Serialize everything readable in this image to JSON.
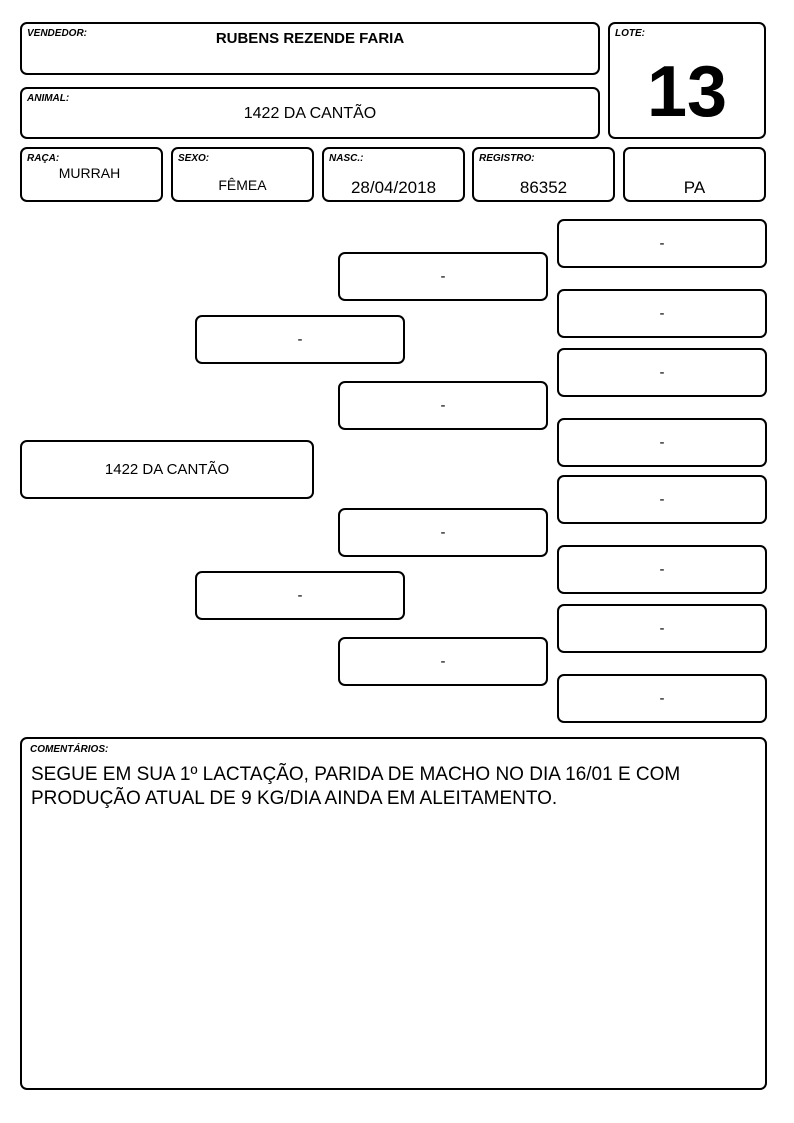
{
  "vendedor": {
    "label": "VENDEDOR:",
    "value": "RUBENS REZENDE FARIA"
  },
  "lote": {
    "label": "LOTE:",
    "value": "13"
  },
  "animal": {
    "label": "ANIMAL:",
    "value": "1422 DA CANTÃO"
  },
  "raca": {
    "label": "RAÇA:",
    "value": "MURRAH"
  },
  "sexo": {
    "label": "SEXO:",
    "value": "FÊMEA"
  },
  "nasc": {
    "label": "NASC.:",
    "value": "28/04/2018"
  },
  "registro": {
    "label": "REGISTRO:",
    "value": "86352"
  },
  "categoria": {
    "value": "PA"
  },
  "pedigree": {
    "animal": "1422 DA CANTÃO",
    "pai": "-",
    "mae": "-",
    "avos": [
      "-",
      "-",
      "-",
      "-"
    ],
    "bisavos": [
      "-",
      "-",
      "-",
      "-",
      "-",
      "-",
      "-",
      "-"
    ]
  },
  "comentarios": {
    "label": "COMENTÁRIOS:",
    "text": "SEGUE EM SUA 1º LACTAÇÃO, PARIDA DE MACHO NO DIA 16/01 E COM PRODUÇÃO ATUAL DE 9 KG/DIA AINDA EM ALEITAMENTO."
  }
}
